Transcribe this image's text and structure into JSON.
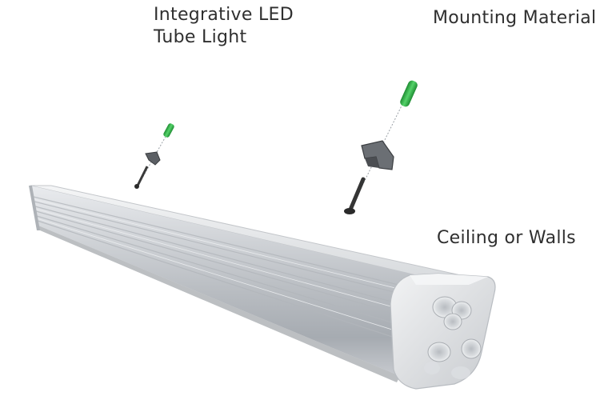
{
  "labels": {
    "product_line1": "Integrative LED",
    "product_line2": "Tube Light",
    "mounting": "Mounting  Material",
    "surface": "Ceiling or Walls"
  },
  "colors": {
    "background": "#ffffff",
    "housing": "#c9ccd1",
    "housing_highlight": "#e6e8eb",
    "housing_shadow": "#9aa0a6",
    "end_cap": "#e2e4e7",
    "anchor_green": "#2fb24a",
    "screw": "#3a3a3a",
    "text": "#2f2f2f"
  },
  "icons": {
    "left_anchor": "wall-plug-screw-icon",
    "right_anchor": "wall-plug-screw-clip-icon",
    "tube": "led-tube-light-fixture",
    "end_cap": "tube-end-cap"
  }
}
